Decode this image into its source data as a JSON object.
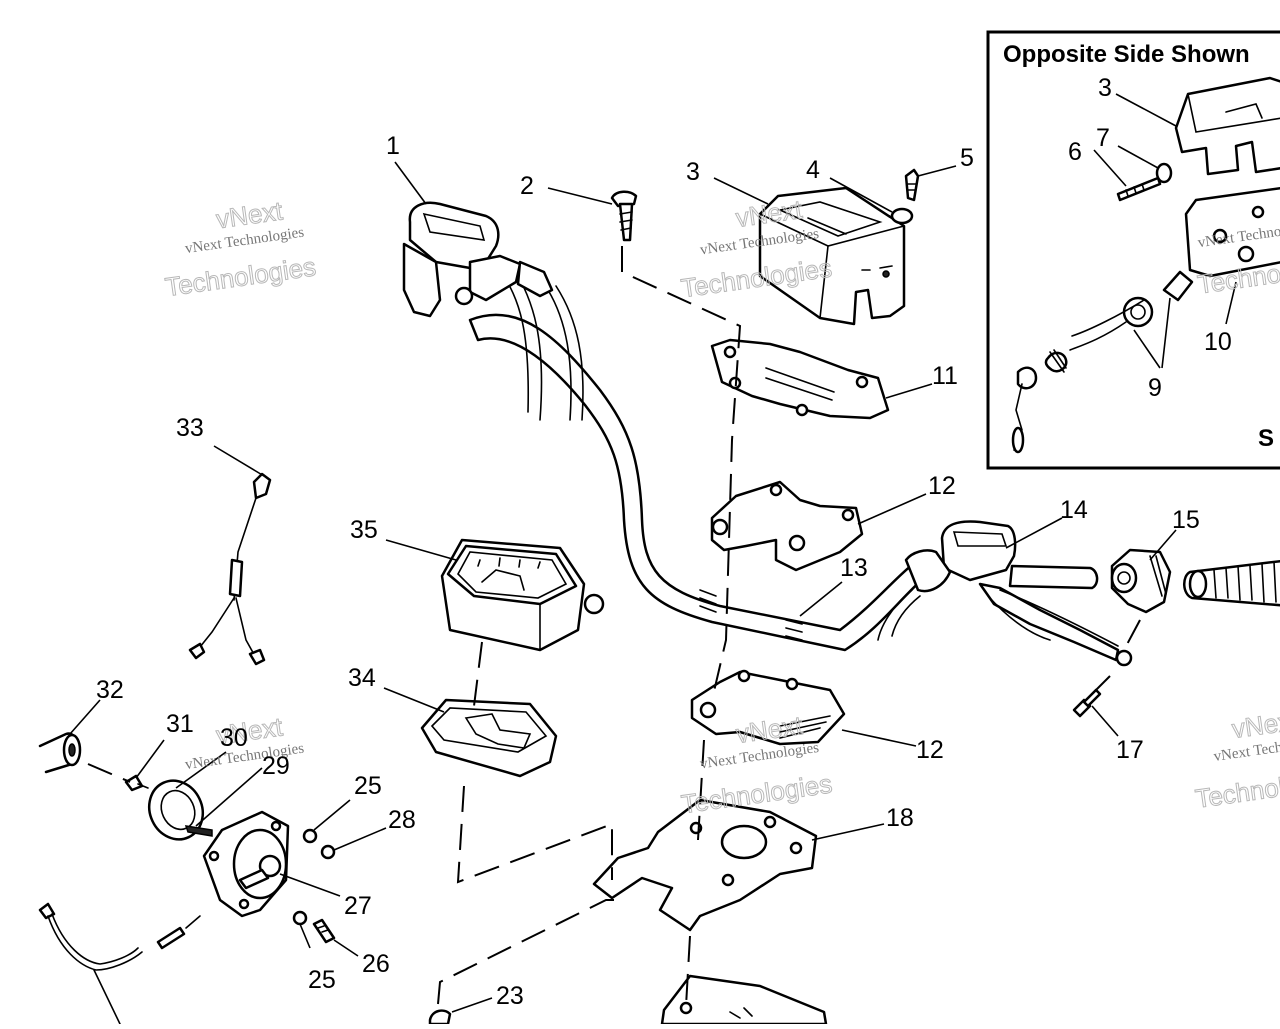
{
  "diagram": {
    "inset": {
      "title": "Opposite Side Shown",
      "corner_label": "S"
    },
    "watermark": {
      "line1": "vNext Technologies",
      "line2": "vNext",
      "line3": "Technologies"
    },
    "callouts": {
      "c1": "1",
      "c2": "2",
      "c3": "3",
      "c4": "4",
      "c5": "5",
      "c11": "11",
      "c12a": "12",
      "c12b": "12",
      "c13": "13",
      "c14": "14",
      "c15": "15",
      "c17": "17",
      "c18": "18",
      "c23": "23",
      "c25a": "25",
      "c25b": "25",
      "c26": "26",
      "c27": "27",
      "c28": "28",
      "c29": "29",
      "c30": "30",
      "c31": "31",
      "c32": "32",
      "c33": "33",
      "c34": "34",
      "c35": "35",
      "i3": "3",
      "i6": "6",
      "i7": "7",
      "i9": "9",
      "i10": "10"
    }
  }
}
